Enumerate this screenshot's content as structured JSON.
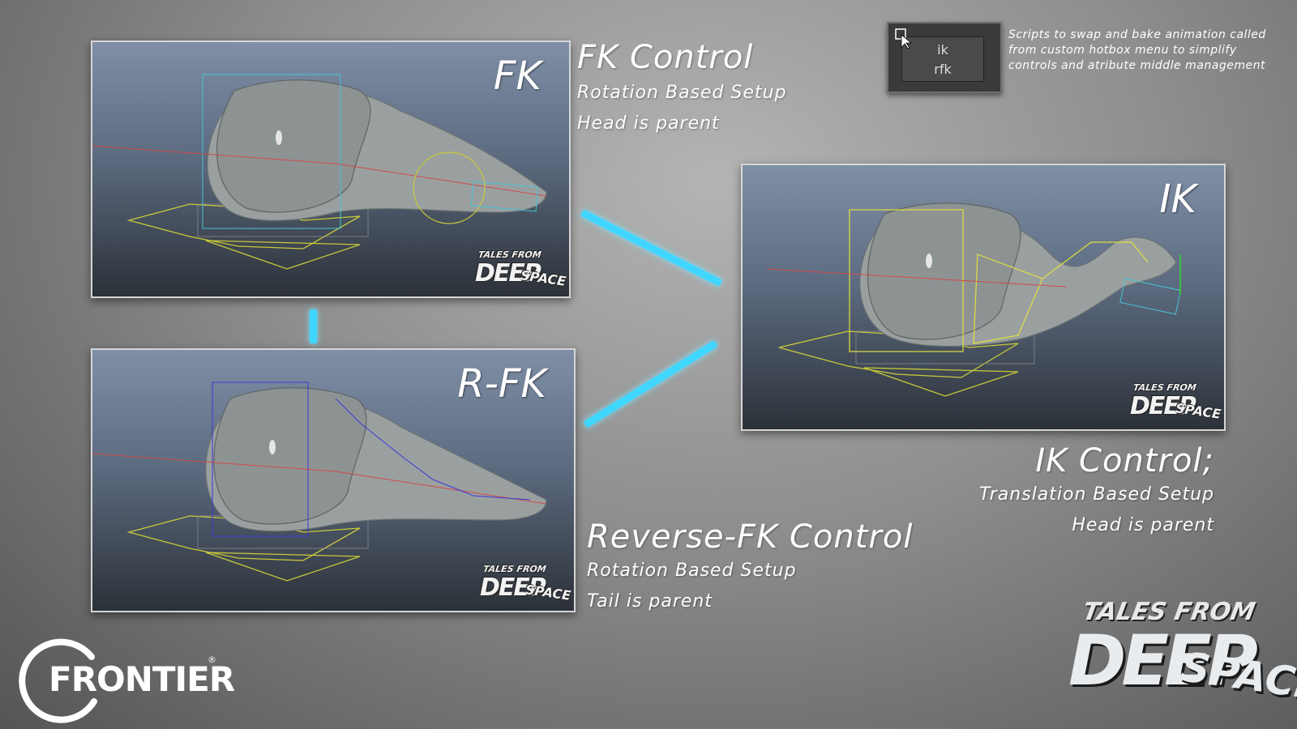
{
  "panels": {
    "fk": {
      "label": "FK",
      "logo": {
        "line1": "TALES FROM",
        "line2": "DEEP",
        "line3": "SPACE"
      }
    },
    "rfk": {
      "label": "R-FK",
      "logo": {
        "line1": "TALES FROM",
        "line2": "DEEP",
        "line3": "SPACE"
      }
    },
    "ik": {
      "label": "IK",
      "logo": {
        "line1": "TALES FROM",
        "line2": "DEEP",
        "line3": "SPACE"
      }
    }
  },
  "fk_text": {
    "title": "FK Control",
    "line1": "Rotation Based Setup",
    "line2": "Head is parent"
  },
  "rfk_text": {
    "title": "Reverse-FK Control",
    "line1": "Rotation Based Setup",
    "line2": "Tail is parent"
  },
  "ik_text": {
    "title": "IK Control;",
    "line1": "Translation Based Setup",
    "line2": "Head is parent"
  },
  "hotbox": {
    "item1": "ik",
    "item2": "rfk"
  },
  "note": "Scripts to swap and bake animation called from custom hotbox menu to simplify controls and atribute middle management",
  "brand": {
    "company": "FRONTIER",
    "registered": "®",
    "game_line1": "TALES FROM",
    "game_line2": "DEEP",
    "game_line3": "SPACE"
  },
  "colors": {
    "connector": "#3fd6ff",
    "fk_rig": "#47c3d6",
    "rfk_rig": "#3a3ad6",
    "ik_rig": "#e0e040"
  }
}
